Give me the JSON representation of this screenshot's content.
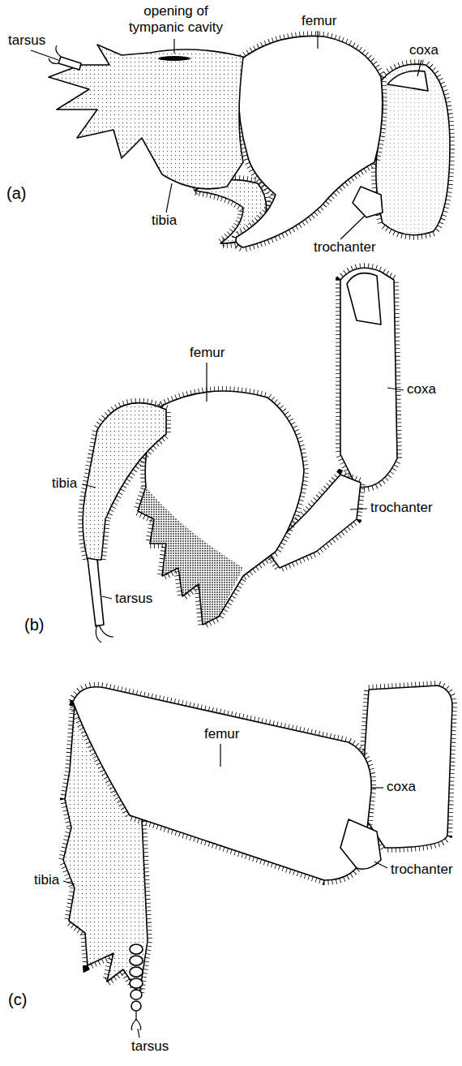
{
  "diagram": {
    "labels": [
      "opening of tympanic cavity",
      "tarsus",
      "femur",
      "coxa",
      "tibia",
      "trochanter",
      "(a)",
      "coxa",
      "femur",
      "tibia",
      "trochanter",
      "tarsus",
      "(b)",
      "femur",
      "coxa",
      "tibia",
      "trochanter",
      "(c)",
      "tarsus"
    ]
  }
}
